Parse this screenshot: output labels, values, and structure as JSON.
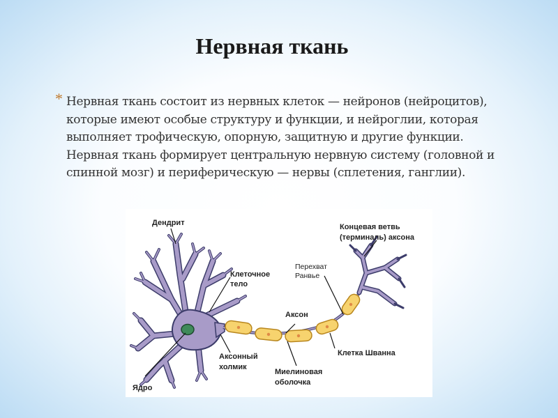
{
  "slide": {
    "title": "Нервная ткань",
    "bullet_glyph": "*",
    "paragraph": "Нервная ткань состоит из нервных клеток — нейронов (нейроцитов), которые имеют особые структуру и функции, и нейроглии, которая выполняет трофическую, опорную, защитную и другие функции. Нервная ткань формирует центральную нервную систему (головной и спинной мозг) и периферическую — нервы (сплетения, ганглии)."
  },
  "diagram": {
    "labels": {
      "dendrite": "Дендрит",
      "terminal_1": "Концевая ветвь",
      "terminal_2": "(терминаль) аксона",
      "cell_body_1": "Клеточное",
      "cell_body_2": "тело",
      "ranvier_1": "Перехват",
      "ranvier_2": "Ранвье",
      "axon": "Аксон",
      "hillock_1": "Аксонный",
      "hillock_2": "холмик",
      "schwann": "Клетка Шванна",
      "myelin_1": "Миелиновая",
      "myelin_2": "оболочка",
      "nucleus": "Ядро"
    },
    "colors": {
      "neuron_body": "#a89bc8",
      "neuron_outline": "#3c3c6a",
      "nucleus": "#3f8a5a",
      "myelin_fill": "#f7d36e",
      "myelin_outline": "#b8861e",
      "myelin_node": "#e08a46",
      "pointer": "#111111"
    }
  }
}
